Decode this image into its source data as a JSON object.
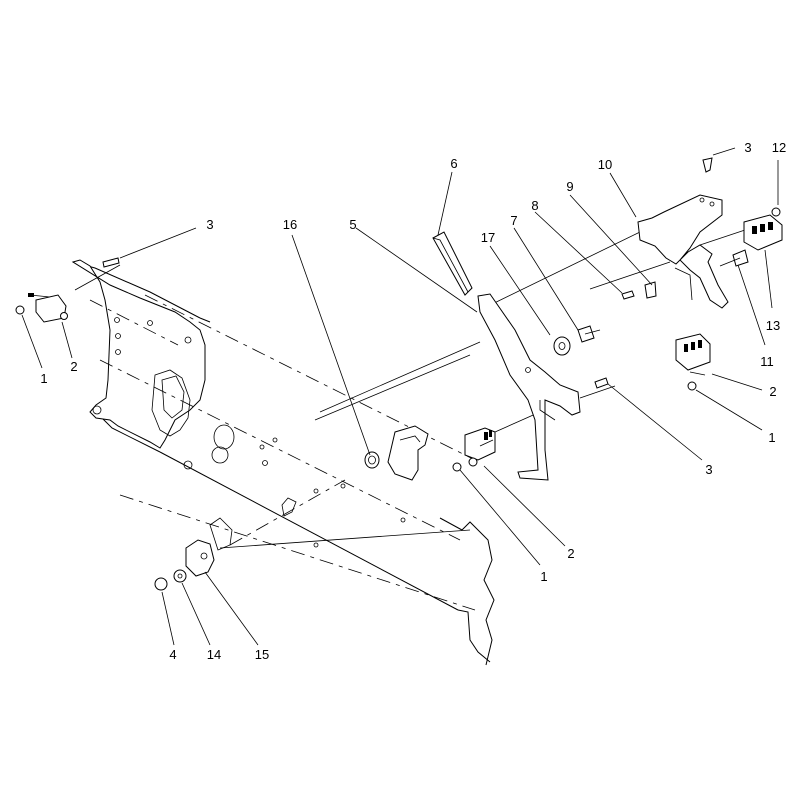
{
  "callouts": [
    {
      "id": "c1a",
      "label": "1"
    },
    {
      "id": "c2a",
      "label": "2"
    },
    {
      "id": "c3a",
      "label": "3"
    },
    {
      "id": "c16",
      "label": "16"
    },
    {
      "id": "c5",
      "label": "5"
    },
    {
      "id": "c6",
      "label": "6"
    },
    {
      "id": "c17",
      "label": "17"
    },
    {
      "id": "c7",
      "label": "7"
    },
    {
      "id": "c8",
      "label": "8"
    },
    {
      "id": "c9",
      "label": "9"
    },
    {
      "id": "c10",
      "label": "10"
    },
    {
      "id": "c3b",
      "label": "3"
    },
    {
      "id": "c12",
      "label": "12"
    },
    {
      "id": "c13",
      "label": "13"
    },
    {
      "id": "c11",
      "label": "11"
    },
    {
      "id": "c2b",
      "label": "2"
    },
    {
      "id": "c1b",
      "label": "1"
    },
    {
      "id": "c3c",
      "label": "3"
    },
    {
      "id": "c2c",
      "label": "2"
    },
    {
      "id": "c1c",
      "label": "1"
    },
    {
      "id": "c4",
      "label": "4"
    },
    {
      "id": "c14",
      "label": "14"
    },
    {
      "id": "c15",
      "label": "15"
    }
  ]
}
